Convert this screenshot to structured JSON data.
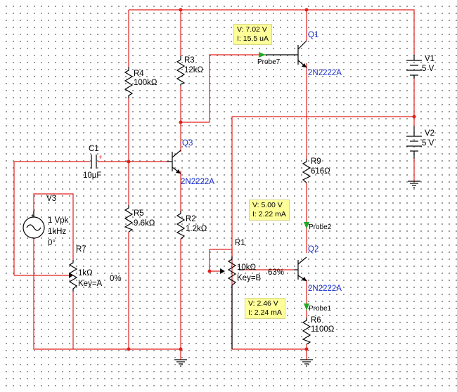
{
  "components": {
    "R1": {
      "name": "R1",
      "value": "10kΩ",
      "key": "Key=B",
      "percent": "63%"
    },
    "R2": {
      "name": "R2",
      "value": "1.2kΩ"
    },
    "R3": {
      "name": "R3",
      "value": "12kΩ"
    },
    "R4": {
      "name": "R4",
      "value": "100kΩ"
    },
    "R5": {
      "name": "R5",
      "value": "9.6kΩ"
    },
    "R6": {
      "name": "R6",
      "value": "1100Ω"
    },
    "R7": {
      "name": "R7",
      "value": "1kΩ",
      "key": "Key=A",
      "percent": "0%"
    },
    "R9": {
      "name": "R9",
      "value": "616Ω"
    },
    "C1": {
      "name": "C1",
      "value": "10µF"
    },
    "Q1": {
      "name": "Q1",
      "model": "2N2222A"
    },
    "Q2": {
      "name": "Q2",
      "model": "2N2222A"
    },
    "Q3": {
      "name": "Q3",
      "model": "2N2222A"
    },
    "V1": {
      "name": "V1",
      "value": "5 V"
    },
    "V2": {
      "name": "V2",
      "value": "5 V"
    },
    "V3": {
      "name": "V3",
      "amplitude": "1 Vpk",
      "frequency": "1kHz",
      "phase": "0°"
    }
  },
  "probes": {
    "probe7": {
      "label": "Probe7",
      "voltage": "V: 7.02 V",
      "current": "I: 15.5 uA"
    },
    "probe2": {
      "label": "Probe2",
      "voltage": "V: 5.00 V",
      "current": "I: 2.22 mA"
    },
    "probe1": {
      "label": "Probe1",
      "voltage": "V: 2.46 V",
      "current": "I: 2.24 mA"
    }
  },
  "colors": {
    "wire": "#e0201c",
    "component": "#000000",
    "transistor_label": "#1a2fcc",
    "probe_box": "#ffff99",
    "probe_arrow": "#22aa22"
  }
}
